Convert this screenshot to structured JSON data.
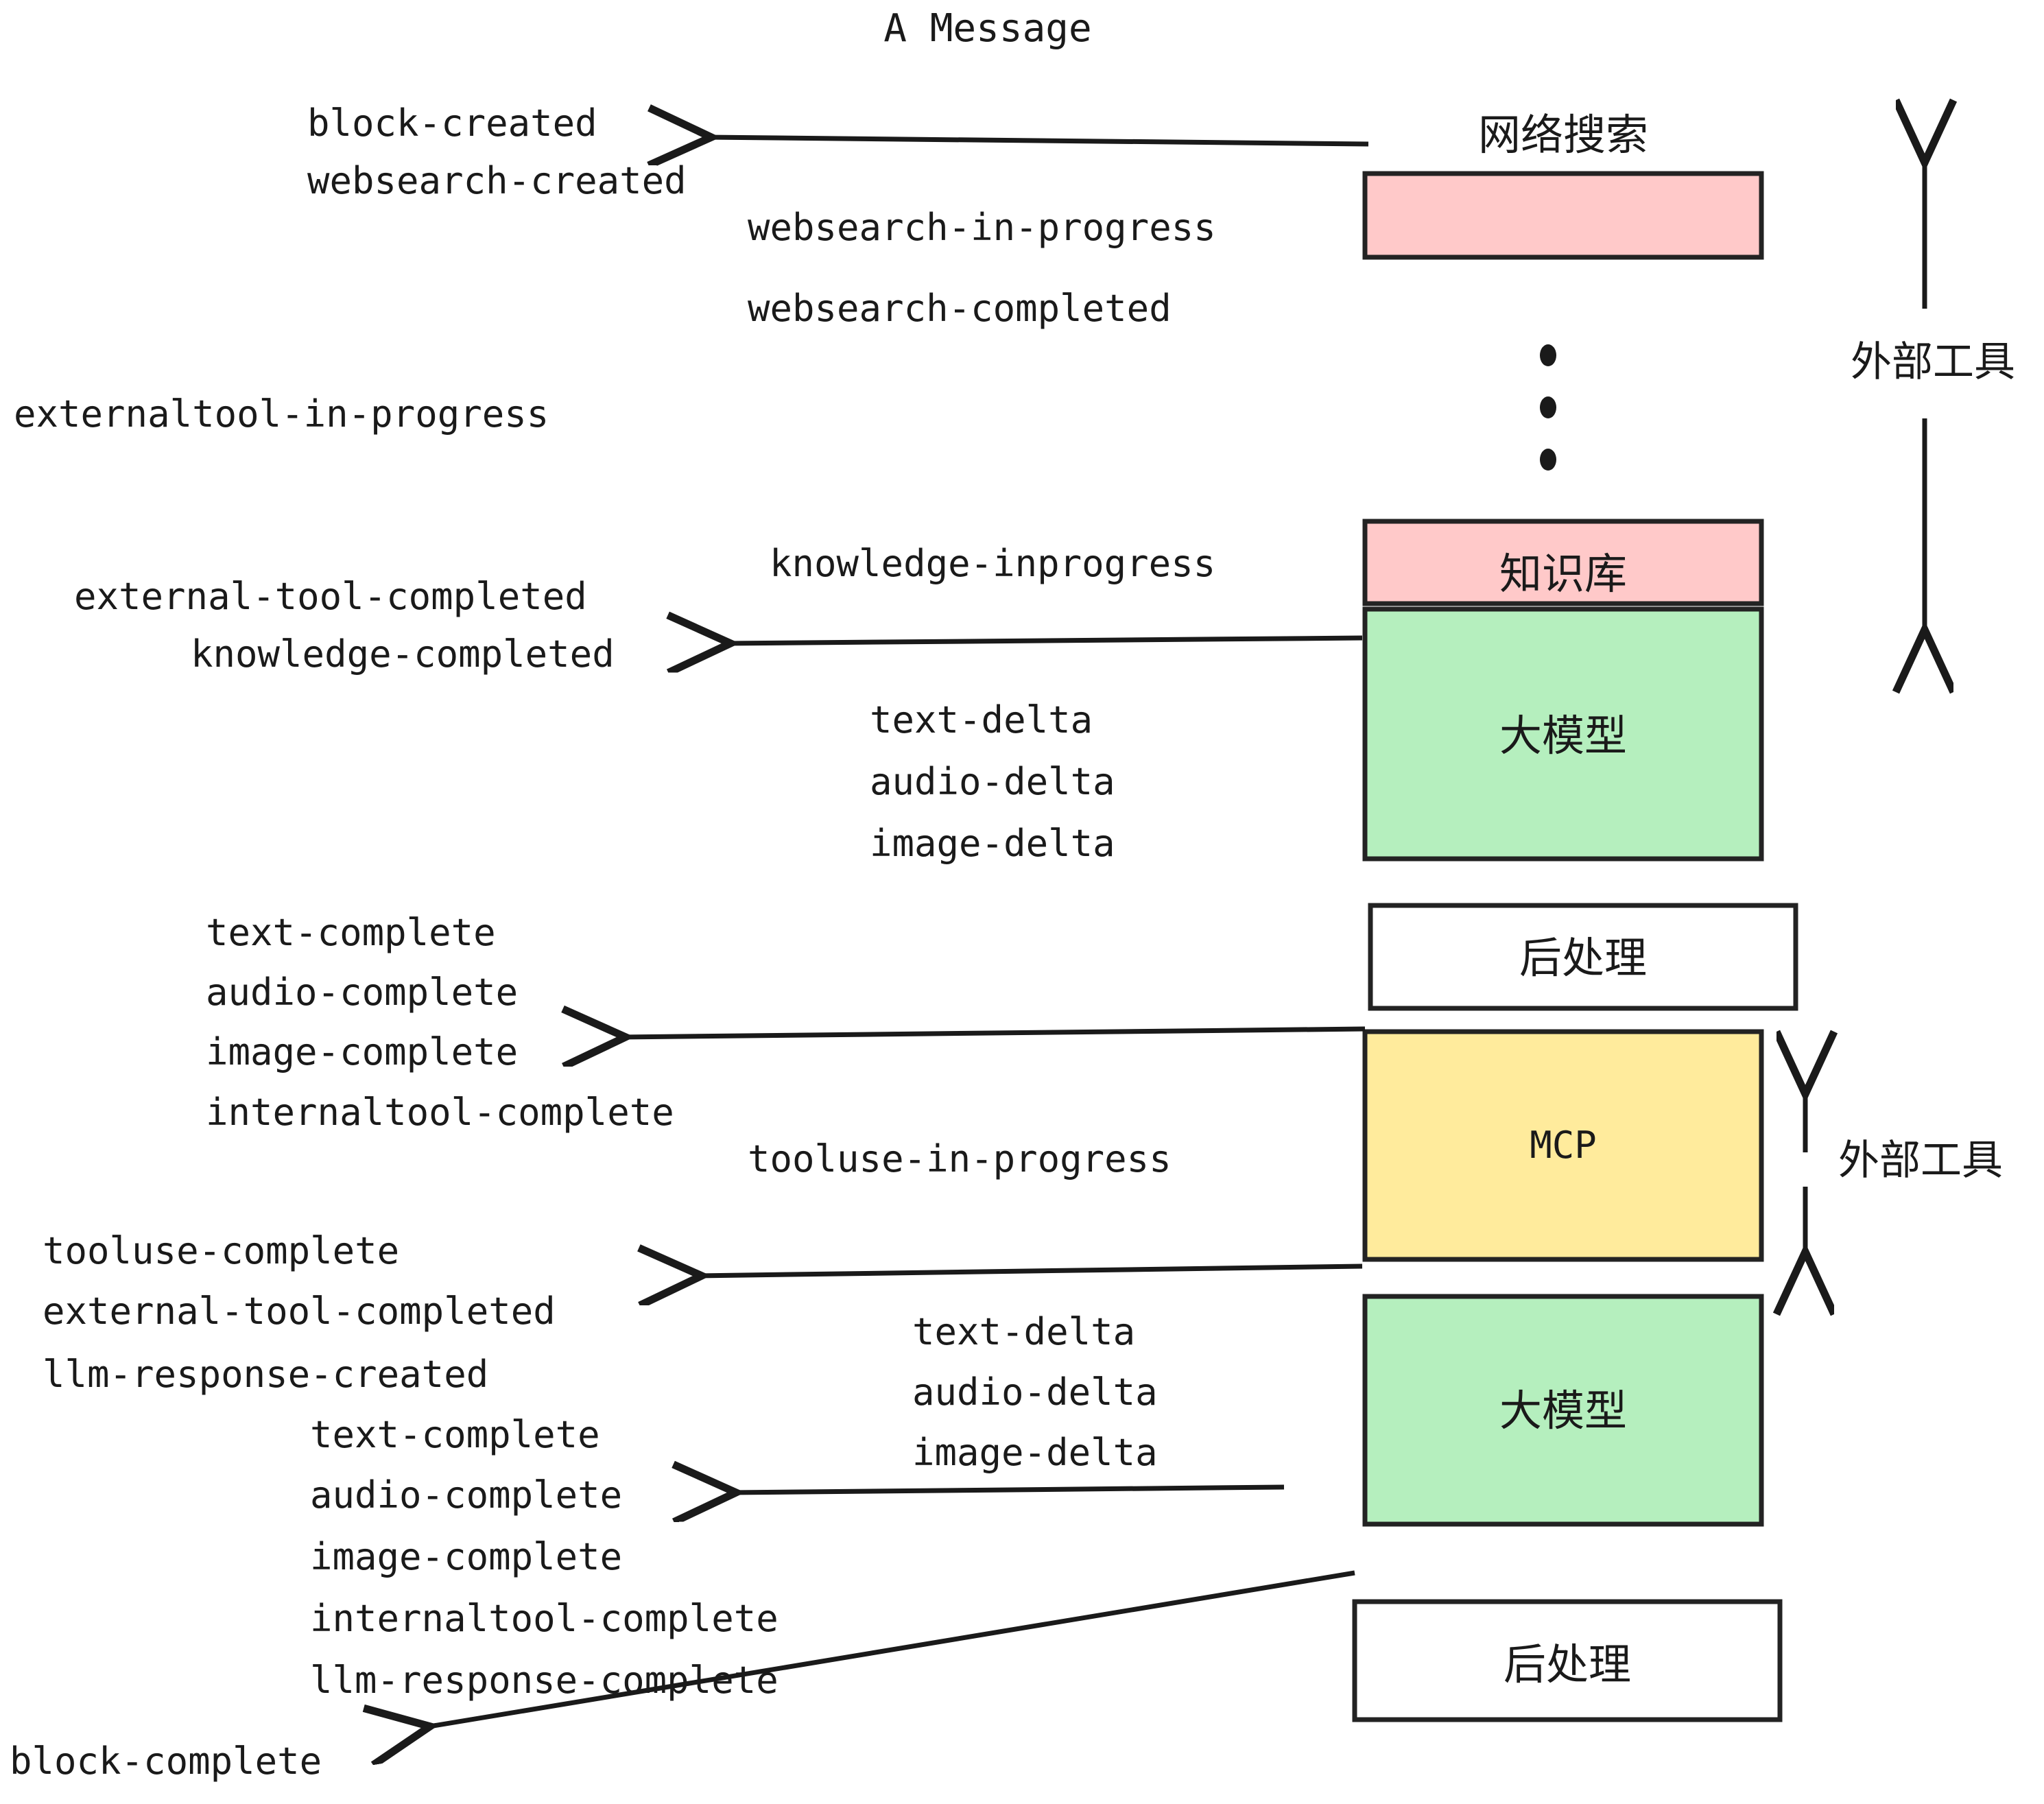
{
  "title": "A Message",
  "colors": {
    "pink": "#FFC9C9",
    "green": "#B5EFBE",
    "yellow": "#FFEB9C",
    "white": "#FFFFFF",
    "stroke": "#232323",
    "text": "#1A1A1A",
    "background": "#FFFFFF"
  },
  "nodes": [
    {
      "id": "websearch",
      "label": "网络搜索",
      "fill": "#FFC9C9",
      "lang": "cn"
    },
    {
      "id": "knowledge",
      "label": "知识库",
      "fill": "#FFC9C9",
      "lang": "cn"
    },
    {
      "id": "llm-1",
      "label": "大模型",
      "fill": "#B5EFBE",
      "lang": "cn"
    },
    {
      "id": "postprocess-1",
      "label": "后处理",
      "fill": "#FFFFFF",
      "lang": "cn"
    },
    {
      "id": "mcp",
      "label": "MCP",
      "fill": "#FFEB9C",
      "lang": "en"
    },
    {
      "id": "llm-2",
      "label": "大模型",
      "fill": "#B5EFBE",
      "lang": "cn"
    },
    {
      "id": "postprocess-2",
      "label": "后处理",
      "fill": "#FFFFFF",
      "lang": "cn"
    }
  ],
  "side_labels": [
    {
      "id": "external-tools-top",
      "label": "外部工具"
    },
    {
      "id": "external-tools-bottom",
      "label": "外部工具"
    }
  ],
  "events": {
    "block_created": "block-created",
    "websearch_created": "websearch-created",
    "websearch_in_progress": "websearch-in-progress",
    "websearch_completed": "websearch-completed",
    "externaltool_in_progress": "externaltool-in-progress",
    "knowledge_inprogress": "knowledge-inprogress",
    "external_tool_completed_1": "external-tool-completed",
    "knowledge_completed": "knowledge-completed",
    "text_delta_1": "text-delta",
    "audio_delta_1": "audio-delta",
    "image_delta_1": "image-delta",
    "text_complete_1": "text-complete",
    "audio_complete_1": "audio-complete",
    "image_complete_1": "image-complete",
    "internaltool_complete_1": "internaltool-complete",
    "tooluse_in_progress": "tooluse-in-progress",
    "tooluse_complete": "tooluse-complete",
    "external_tool_completed_2": "external-tool-completed",
    "llm_response_created": "llm-response-created",
    "text_delta_2": "text-delta",
    "audio_delta_2": "audio-delta",
    "image_delta_2": "image-delta",
    "text_complete_2": "text-complete",
    "audio_complete_2": "audio-complete",
    "image_complete_2": "image-complete",
    "internaltool_complete_2": "internaltool-complete",
    "llm_response_complete": "llm-response-complete",
    "block_complete": "block-complete"
  }
}
